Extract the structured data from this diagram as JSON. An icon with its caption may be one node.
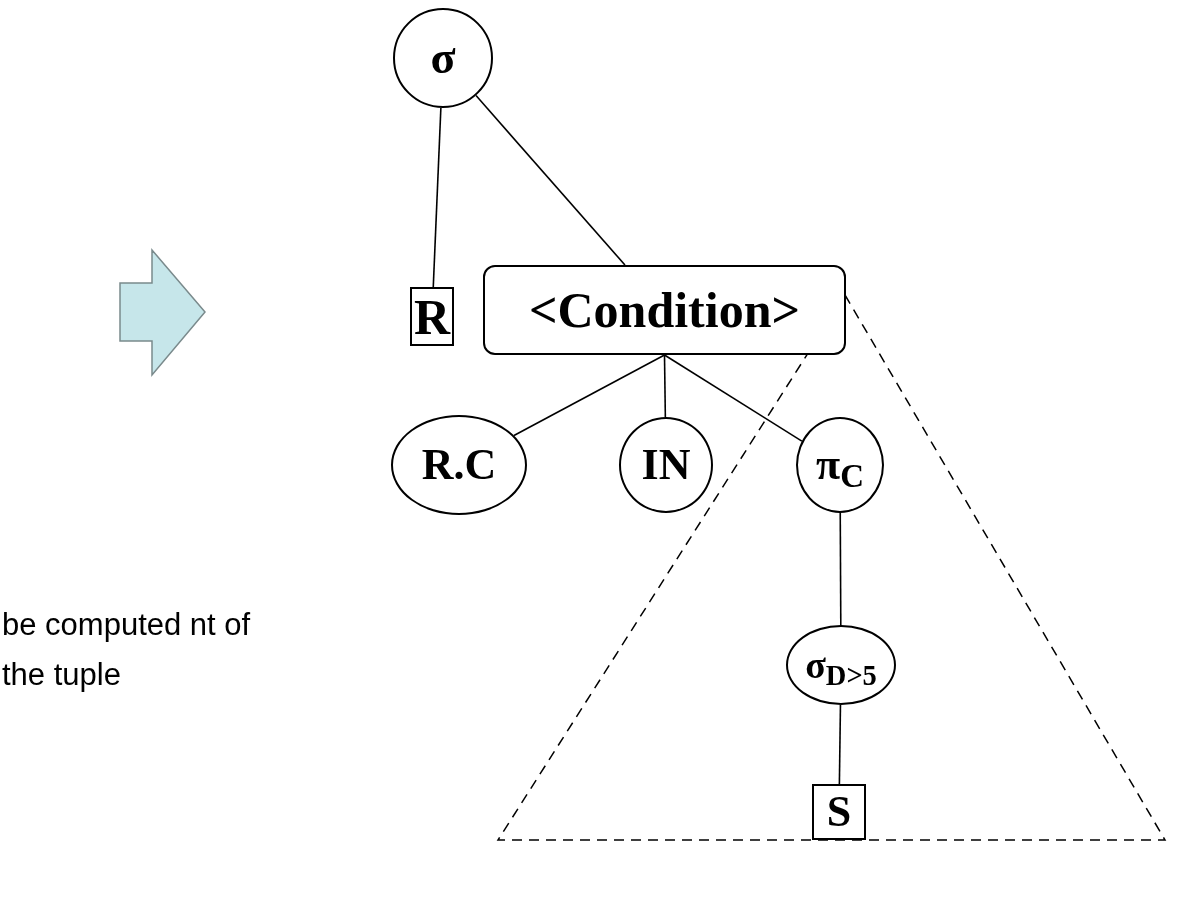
{
  "diagram": {
    "nodes": [
      {
        "text": [
          "σ"
        ]
      },
      {
        "text": [
          "R"
        ]
      },
      {
        "text": [
          "<Condition>"
        ]
      },
      {
        "text": [
          "R.C"
        ]
      },
      {
        "text": [
          "IN"
        ]
      },
      {
        "text": [
          "π$_{C}$"
        ]
      },
      {
        "text": [
          "σ$_{D>5}$"
        ]
      },
      {
        "text": [
          "S"
        ]
      }
    ],
    "edges": [
      {
        "from": 0,
        "to": 1,
        "arrow": "none"
      },
      {
        "from": 0,
        "to": 2,
        "arrow": "none"
      },
      {
        "from": 2,
        "to": 3,
        "arrow": "none"
      },
      {
        "from": 2,
        "to": 4,
        "arrow": "none"
      },
      {
        "from": 2,
        "to": 5,
        "arrow": "none"
      },
      {
        "from": 5,
        "to": 6,
        "arrow": "none"
      },
      {
        "from": 6,
        "to": 7,
        "arrow": "none"
      }
    ],
    "labels": [
      "be computed nt of the tuple"
    ]
  }
}
